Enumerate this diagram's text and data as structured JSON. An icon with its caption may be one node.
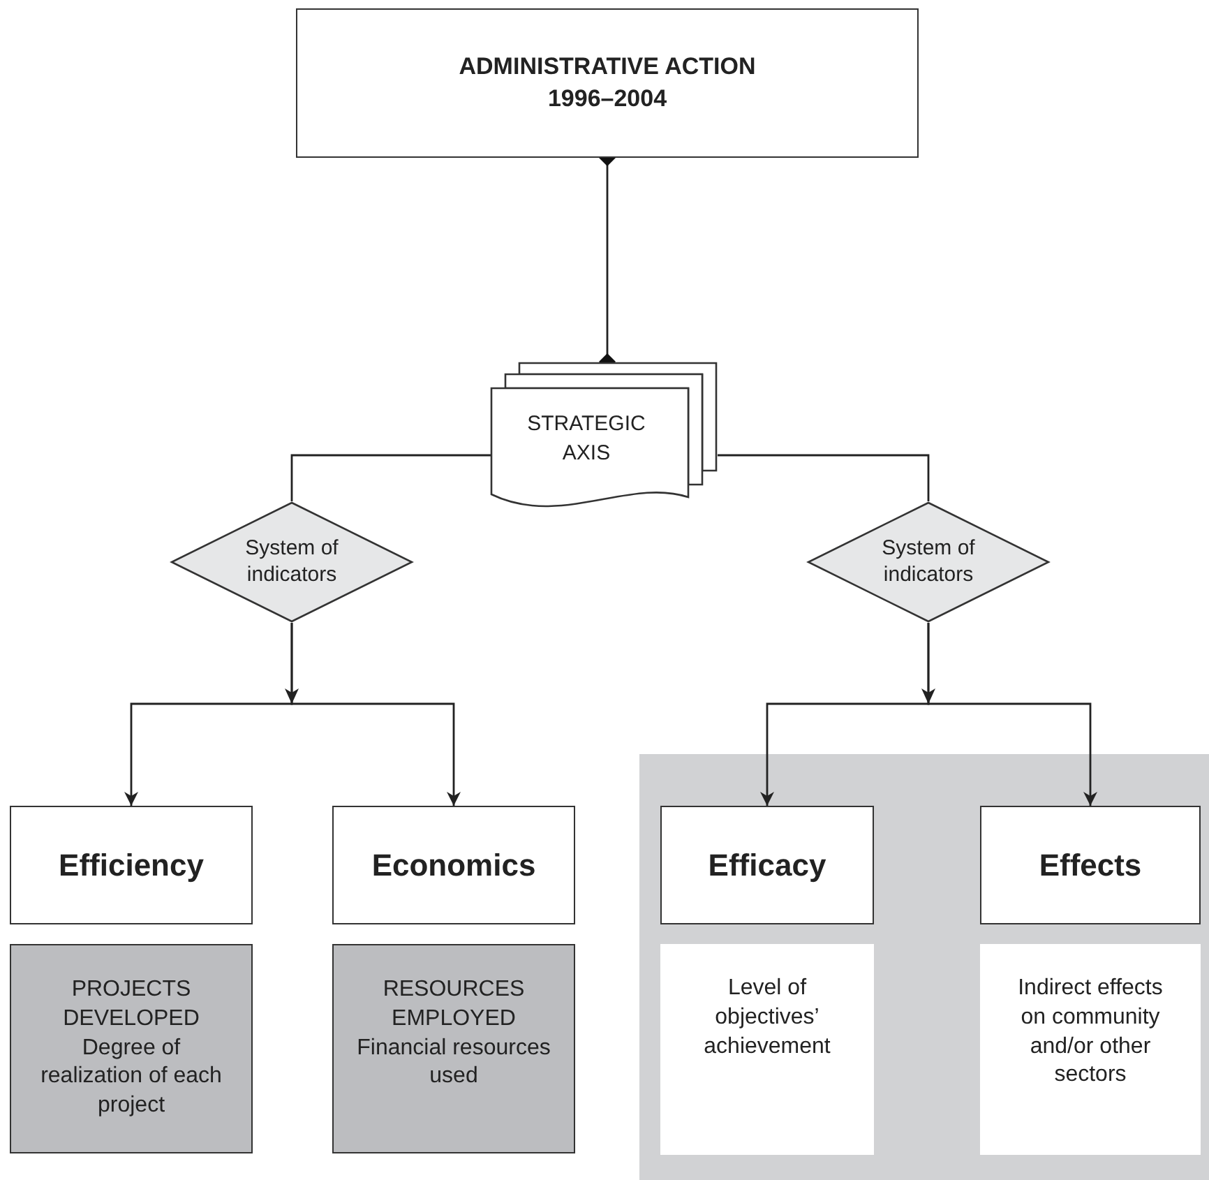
{
  "diagram": {
    "nodes": [
      {
        "text": [
          "ADMINISTRATIVE ACTION 1996–2004"
        ]
      },
      {
        "text": [
          "STRATEGIC AXIS"
        ]
      },
      {
        "text": [
          "System of indicators"
        ]
      },
      {
        "text": [
          "System of indicators"
        ]
      },
      {
        "text": [
          "Efficiency"
        ]
      },
      {
        "text": [
          "Economics"
        ]
      },
      {
        "text": [],
        "shape": "box"
      },
      {
        "text": [
          "Efficacy"
        ],
        "in": 6
      },
      {
        "text": [
          "Effects"
        ],
        "in": 6
      },
      {
        "text": [
          "PROJECTS DEVELOPED",
          "Degree of realization of each project"
        ]
      },
      {
        "text": [
          "RESOURCES EMPLOYED",
          "Financial resources used"
        ]
      },
      {
        "text": [
          "Level of objectives’ achievement"
        ],
        "in": 6
      },
      {
        "text": [
          "Indirect effects on community and/or other sectors"
        ],
        "in": 6
      }
    ],
    "edges": [
      {
        "from": 0,
        "to": 1,
        "arrow": "other"
      },
      {
        "from": 1,
        "to": 2,
        "arrow": "none"
      },
      {
        "from": 1,
        "to": 3,
        "arrow": "none"
      },
      {
        "from": 2,
        "to": 4,
        "arrow": "to"
      },
      {
        "from": 2,
        "to": 5,
        "arrow": "to"
      },
      {
        "from": 3,
        "to": 7,
        "arrow": "to"
      },
      {
        "from": 3,
        "to": 8,
        "arrow": "to"
      }
    ]
  }
}
